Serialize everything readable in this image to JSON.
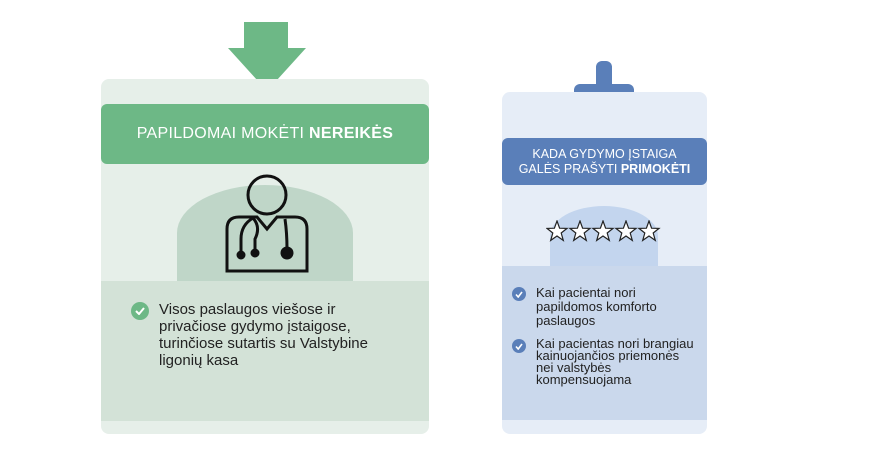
{
  "colors": {
    "green": "#6db886",
    "blue": "#5a7fb9"
  },
  "left_card": {
    "icon": "arrow-down-icon",
    "title_regular": "PAPILDOMAI MOKĖTI ",
    "title_bold": "NEREIKĖS",
    "illustration": "doctor-icon",
    "items": [
      {
        "text": "Visos paslaugos viešose ir privačiose gydymo įstaigose, turinčiose sutartis su Valstybine ligonių kasa"
      }
    ]
  },
  "right_card": {
    "icon": "plus-icon",
    "title_line1": "KADA GYDYMO ĮSTAIGA",
    "title_line2_regular": "GALĖS PRAŠYTI ",
    "title_line2_bold": "PRIMOKĖTI",
    "illustration": "five-stars-icon",
    "items": [
      {
        "text": "Kai pacientai nori papildomos komforto paslaugos"
      },
      {
        "text": "Kai pacientas nori brangiau kainuojančios priemonės nei valstybės kompensuojama"
      }
    ]
  }
}
